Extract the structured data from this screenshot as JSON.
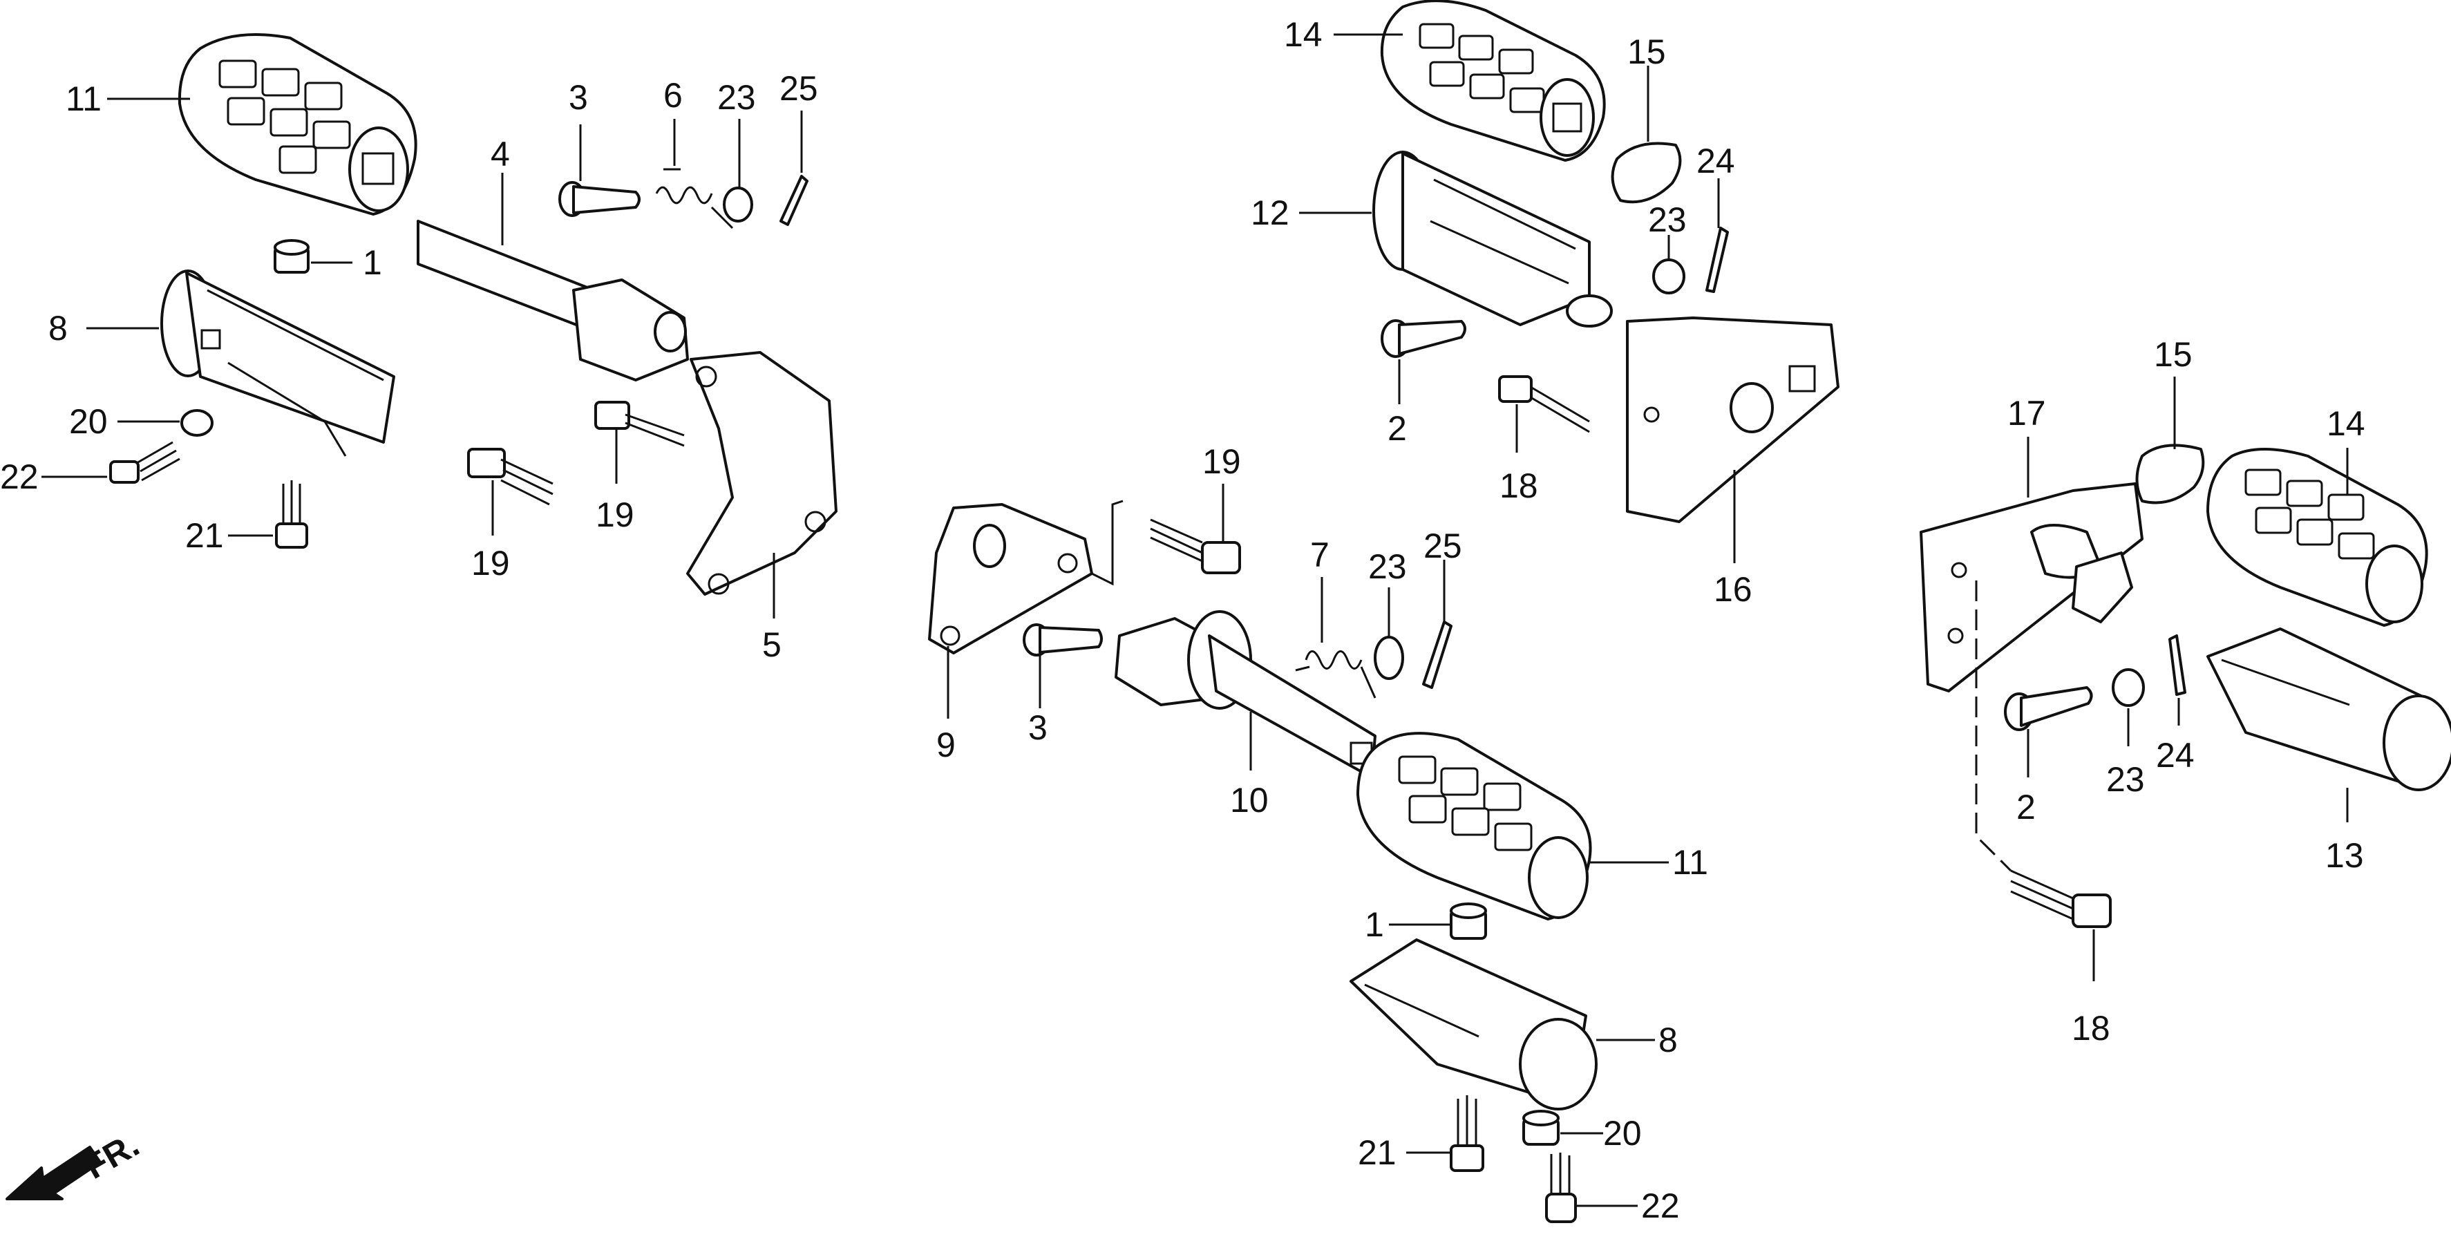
{
  "direction": {
    "label": "FR."
  },
  "callouts": {
    "c1a": "11",
    "c1b": "1",
    "c1c": "8",
    "c1d": "20",
    "c1e": "22",
    "c1f": "21",
    "c1g": "3",
    "c1h": "6",
    "c1i": "23",
    "c1j": "25",
    "c1k": "4",
    "c1l": "19",
    "c1m": "19",
    "c1n": "5",
    "c2a": "14",
    "c2b": "15",
    "c2c": "24",
    "c2d": "12",
    "c2e": "23",
    "c2f": "2",
    "c2g": "18",
    "c2h": "16",
    "c3a": "19",
    "c3b": "7",
    "c3c": "23",
    "c3d": "25",
    "c3e": "9",
    "c3f": "3",
    "c3g": "10",
    "c3h": "11",
    "c3i": "1",
    "c3j": "8",
    "c3k": "21",
    "c3l": "20",
    "c3m": "22",
    "c4a": "15",
    "c4b": "17",
    "c4c": "14",
    "c4d": "2",
    "c4e": "23",
    "c4f": "24",
    "c4g": "13",
    "c4h": "18"
  }
}
